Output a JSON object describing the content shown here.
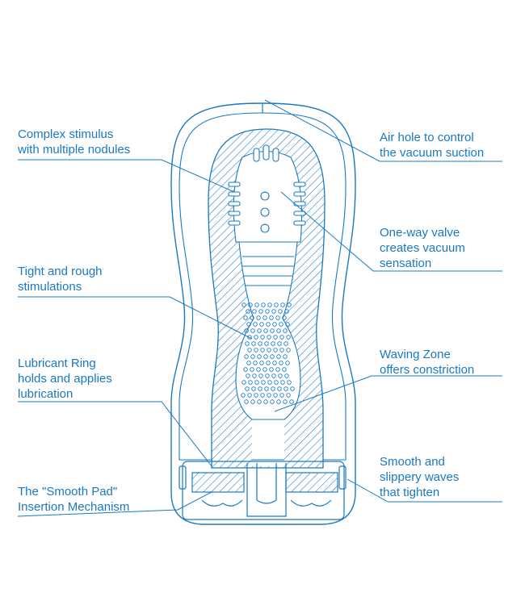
{
  "diagram": {
    "accent_color": "#1a78c2",
    "labels": {
      "complex_stimulus": [
        "Complex stimulus",
        "with multiple nodules"
      ],
      "air_hole": [
        "Air hole to control",
        "the vacuum suction"
      ],
      "one_way_valve": [
        "One-way valve",
        "creates vacuum",
        "sensation"
      ],
      "tight_rough": [
        "Tight and rough",
        "stimulations"
      ],
      "lubricant_ring": [
        "Lubricant Ring",
        "holds and applies",
        "lubrication"
      ],
      "waving_zone": [
        "Waving Zone",
        "offers constriction"
      ],
      "smooth_pad": [
        "The \"Smooth Pad\"",
        "Insertion Mechanism"
      ],
      "smooth_waves": [
        "Smooth and",
        "slippery waves",
        "that tighten"
      ]
    }
  }
}
